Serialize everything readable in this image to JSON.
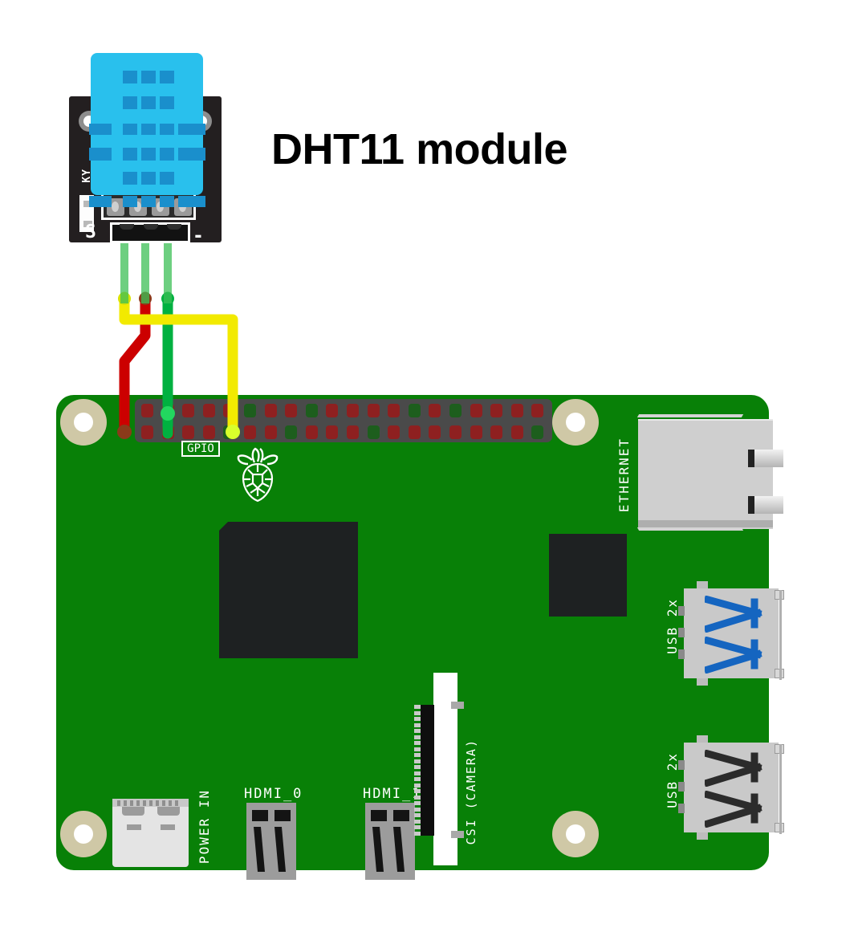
{
  "diagram": {
    "title": "DHT11 module",
    "subject": "Raspberry Pi wiring diagram with DHT11 temperature and humidity sensor module",
    "background_color": "#ffffff"
  },
  "dht11_module": {
    "name": "DHT11 module",
    "title_label": "DHT11 module",
    "board_color": "#231f20",
    "sensor_color": "#29c0ed",
    "sensor_vent_color": "#1a8fcc",
    "labels": {
      "signal_pin": "S",
      "ground_pin": "-",
      "side_text": "KY"
    },
    "pin_count": 3,
    "pad_count": 4,
    "mounting_holes": 2
  },
  "wires": [
    {
      "name": "signal-wire",
      "color": "#f2ea00",
      "from": "DHT11 S pin",
      "to": "GPIO header",
      "label": "yellow"
    },
    {
      "name": "power-wire",
      "color": "#cc0000",
      "from": "DHT11 VCC pin",
      "to": "GPIO header",
      "label": "red"
    },
    {
      "name": "ground-wire",
      "color": "#00b140",
      "from": "DHT11 GND pin",
      "to": "GPIO header",
      "label": "green"
    }
  ],
  "raspberry_pi": {
    "name": "Raspberry Pi board",
    "board_color": "#088007",
    "mounting_hole_color": "#cfc8a6",
    "chip_color": "#1e2122",
    "gpio": {
      "label": "GPIO",
      "columns": 20,
      "rows": 2,
      "block_color": "#4a4a4a",
      "pin_red": "#8e2020",
      "pin_green": "#1d5e1d"
    },
    "ports": [
      {
        "name": "ethernet-port",
        "label": "ETHERNET",
        "orientation": "vertical",
        "color": "#cfcfcf"
      },
      {
        "name": "usb3-port",
        "label": "USB 2x",
        "orientation": "vertical",
        "connector_color": "#1565c0",
        "type": "USB 3.0"
      },
      {
        "name": "usb2-port",
        "label": "USB 2x",
        "orientation": "vertical",
        "connector_color": "#2b2b2b",
        "type": "USB 2.0"
      },
      {
        "name": "power-in-port",
        "label": "POWER IN",
        "orientation": "vertical",
        "color": "#e4e4e4",
        "type": "USB-C"
      },
      {
        "name": "hdmi0-port",
        "label": "HDMI_0",
        "orientation": "horizontal",
        "color": "#9c9c9c"
      },
      {
        "name": "hdmi1-port",
        "label": "HDMI_1",
        "orientation": "horizontal",
        "color": "#9c9c9c"
      },
      {
        "name": "csi-camera-port",
        "label": "CSI (CAMERA)",
        "orientation": "vertical",
        "color": "#ffffff"
      }
    ],
    "logo": {
      "name": "raspberry-pi-logo",
      "color": "#ffffff"
    },
    "mounting_holes": 4
  }
}
